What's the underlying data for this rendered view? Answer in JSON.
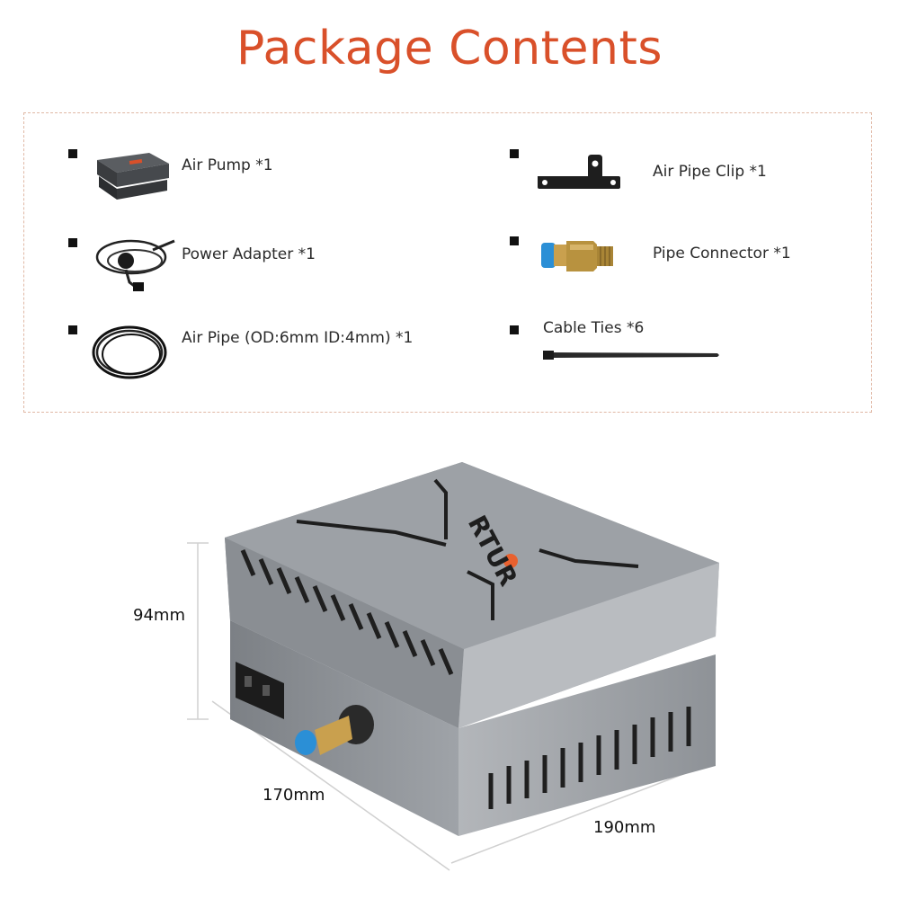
{
  "title": "Package Contents",
  "items": [
    {
      "label": "Air Pump *1"
    },
    {
      "label": "Power Adapter  *1"
    },
    {
      "label": "Air Pipe (OD:6mm ID:4mm)  *1"
    },
    {
      "label": "Air Pipe Clip  *1"
    },
    {
      "label": "Pipe Connector  *1"
    },
    {
      "label": "Cable Ties *6"
    }
  ],
  "product": {
    "brand": "ORTUR",
    "height_label": "94mm",
    "depth_label": "170mm",
    "width_label": "190mm"
  },
  "colors": {
    "accent": "#d9502a",
    "metal": "#9a9ea3",
    "blue": "#2b8fd6",
    "brass": "#b8923f"
  }
}
